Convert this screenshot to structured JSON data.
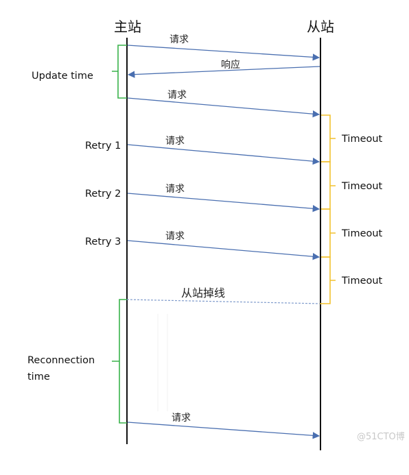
{
  "diagram": {
    "master_title": "主站",
    "slave_title": "从站",
    "request_label": "请求",
    "response_label": "响应",
    "update_time_label": "Update time",
    "retry_labels": [
      "Retry 1",
      "Retry 2",
      "Retry 3"
    ],
    "timeout_label": "Timeout",
    "slave_offline_label": "从站掉线",
    "reconnection_label_line1": "Reconnection",
    "reconnection_label_line2": "time",
    "watermark": "@51CTO博"
  },
  "colors": {
    "lifeline": "#111111",
    "arrow": "#4a6fb0",
    "green_brace": "#38b24a",
    "yellow_brace": "#f2c12e",
    "dashed_line": "#7e9acb"
  }
}
